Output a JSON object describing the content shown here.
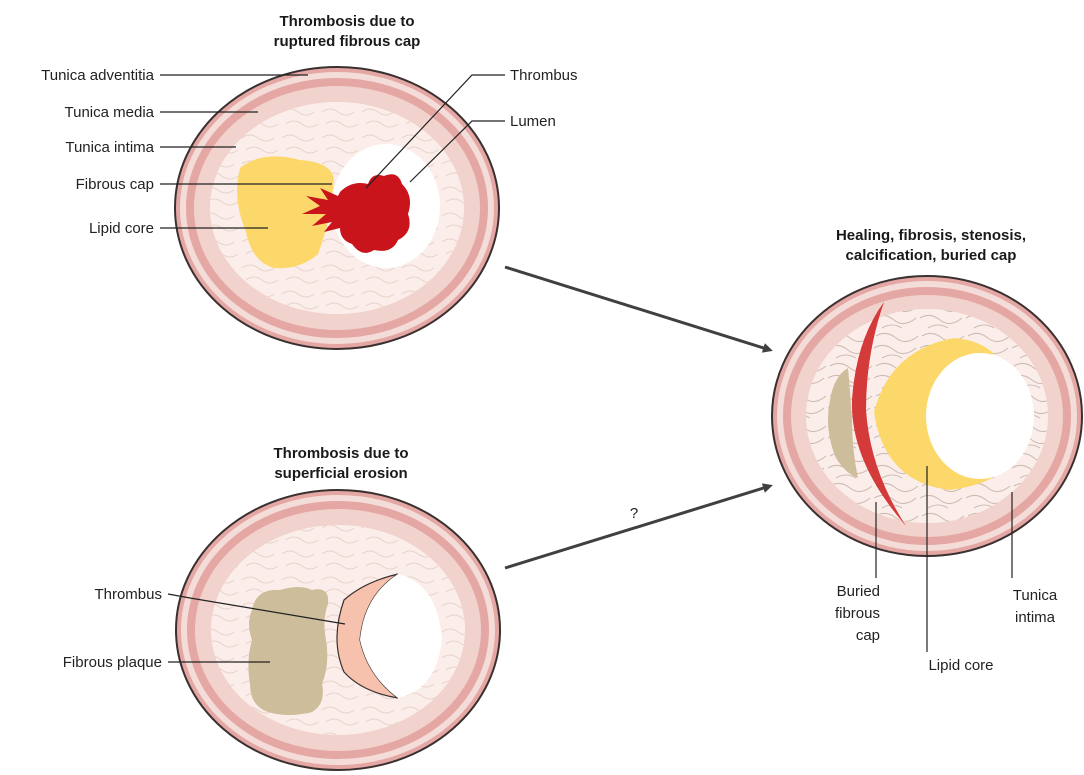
{
  "panels": {
    "ruptured": {
      "title_line1": "Thrombosis due to",
      "title_line2": "ruptured fibrous cap",
      "labels": {
        "tunica_adventitia": "Tunica adventitia",
        "tunica_media": "Tunica media",
        "tunica_intima": "Tunica intima",
        "fibrous_cap": "Fibrous cap",
        "lipid_core": "Lipid core",
        "thrombus": "Thrombus",
        "lumen": "Lumen"
      }
    },
    "erosion": {
      "title_line1": "Thrombosis due to",
      "title_line2": "superficial erosion",
      "labels": {
        "thrombus": "Thrombus",
        "fibrous_plaque": "Fibrous plaque"
      }
    },
    "healing": {
      "title_line1": "Healing, fibrosis, stenosis,",
      "title_line2": "calcification, buried cap",
      "labels": {
        "buried_line1": "Buried",
        "buried_line2": "fibrous",
        "buried_line3": "cap",
        "lipid_core": "Lipid core",
        "intima_line1": "Tunica",
        "intima_line2": "intima"
      }
    }
  },
  "arrows": {
    "erosion_question": "?"
  },
  "colors": {
    "adventitia": "#e4a7a4",
    "media": "#f1d2cd",
    "intima": "#fbeeea",
    "lipid": "#fcd86a",
    "thrombus_red": "#c8141a",
    "thrombus_pale": "#f6c2ad",
    "fibrous": "#cdbd9b",
    "buried_cap": "#d43a3a",
    "lumen": "#ffffff",
    "outline": "#3a3030"
  }
}
